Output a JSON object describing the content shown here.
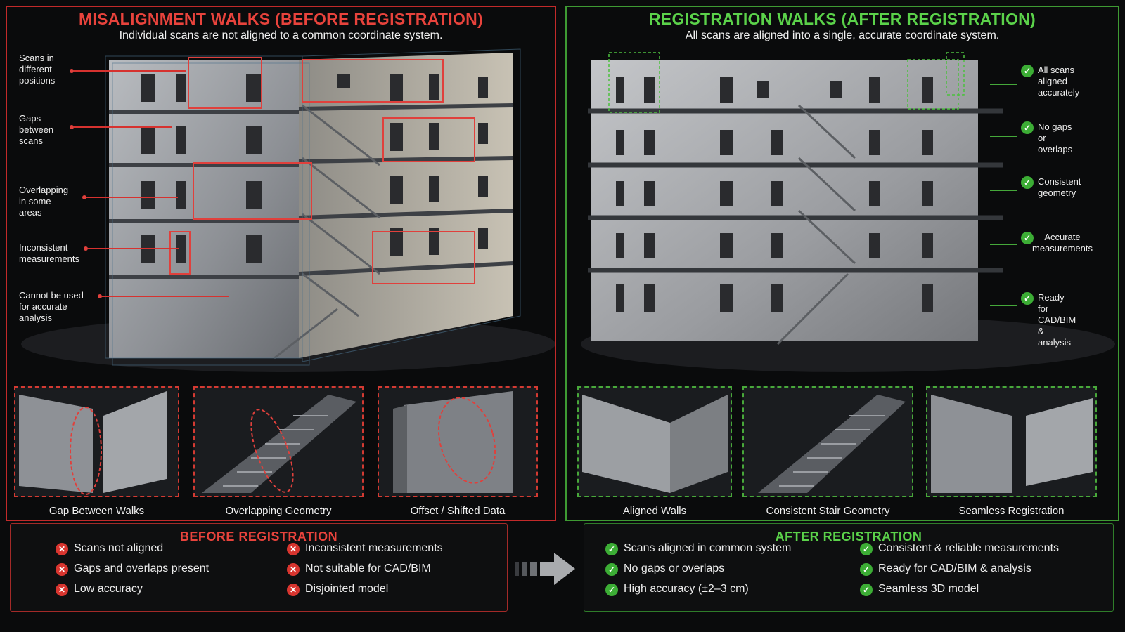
{
  "before": {
    "title": "MISALIGNMENT WALKS (BEFORE REGISTRATION)",
    "subtitle": "Individual scans are not aligned to a common coordinate system.",
    "callouts": [
      {
        "text": "Scans in\ndifferent\npositions"
      },
      {
        "text": "Gaps\nbetween\nscans"
      },
      {
        "text": "Overlapping\nin some\nareas"
      },
      {
        "text": "Inconsistent\nmeasurements"
      },
      {
        "text": "Cannot be used\nfor accurate\nanalysis"
      }
    ],
    "thumbs": [
      "Gap Between Walks",
      "Overlapping Geometry",
      "Offset / Shifted Data"
    ]
  },
  "after": {
    "title": "REGISTRATION WALKS (AFTER REGISTRATION)",
    "subtitle": "All scans are aligned into a single, accurate coordinate system.",
    "callouts": [
      {
        "text": "All scans\naligned\naccurately"
      },
      {
        "text": "No gaps or\noverlaps"
      },
      {
        "text": "Consistent\ngeometry"
      },
      {
        "text": "Accurate\nmeasurements"
      },
      {
        "text": "Ready for\nCAD/BIM &\nanalysis"
      }
    ],
    "thumbs": [
      "Aligned Walls",
      "Consistent Stair Geometry",
      "Seamless Registration"
    ]
  },
  "before_summary": {
    "title": "BEFORE REGISTRATION",
    "items": [
      "Scans not aligned",
      "Gaps and overlaps present",
      "Low accuracy",
      "Inconsistent measurements",
      "Not suitable for CAD/BIM",
      "Disjointed model"
    ],
    "icon": "x-circle-icon"
  },
  "after_summary": {
    "title": "AFTER REGISTRATION",
    "items": [
      "Scans aligned in common system",
      "No gaps or overlaps",
      "High accuracy (±2–3 cm)",
      "Consistent & reliable measurements",
      "Ready for CAD/BIM & analysis",
      "Seamless 3D model"
    ],
    "icon": "check-circle-icon"
  },
  "colors": {
    "before_accent": "#e8433c",
    "after_accent": "#5bd24a"
  }
}
